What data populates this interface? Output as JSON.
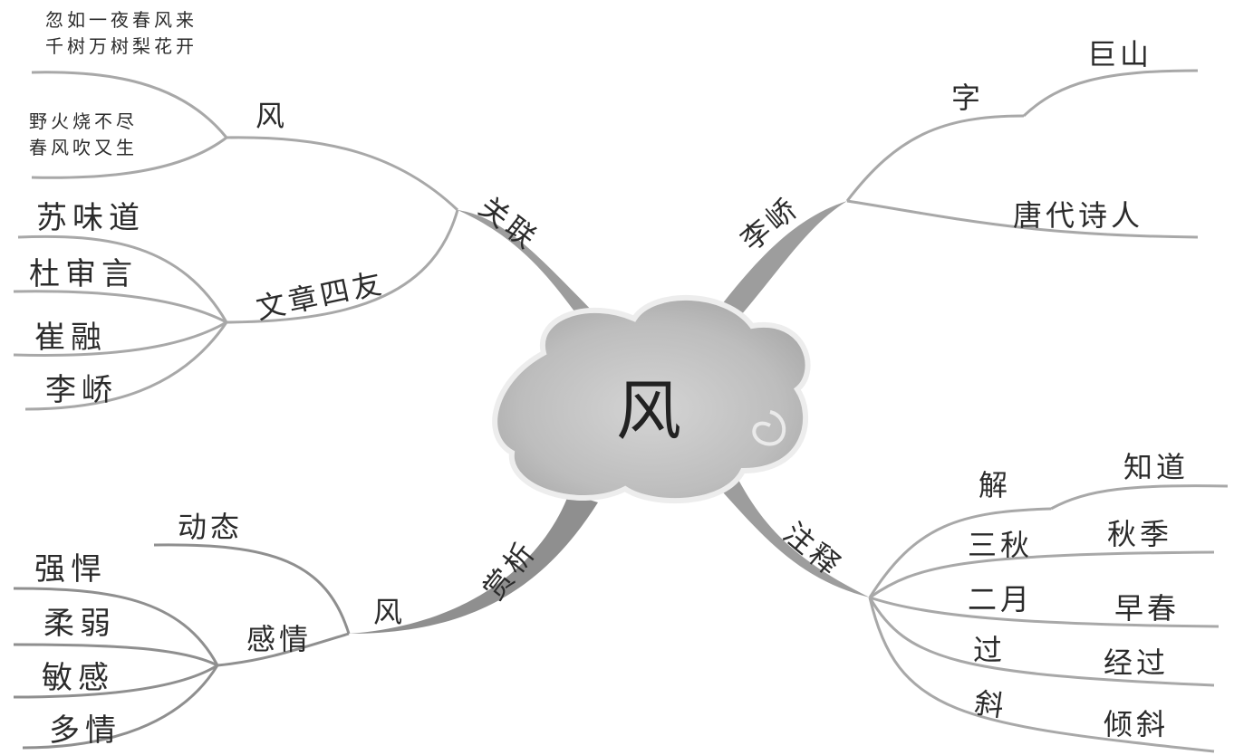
{
  "center": "风",
  "branches": {
    "guanlian": {
      "label": "关联",
      "feng": {
        "label": "风",
        "poem1": [
          "忽如一夜春风来",
          "千树万树梨花开"
        ],
        "poem2": [
          "野火烧不尽",
          "春风吹又生"
        ]
      },
      "wenzhang": {
        "label": "文章四友",
        "members": [
          "苏味道",
          "杜审言",
          "崔融",
          "李峤"
        ]
      }
    },
    "liqiao": {
      "label": "李峤",
      "zi": {
        "label": "字",
        "value": "巨山"
      },
      "desc": "唐代诗人"
    },
    "shangxi": {
      "label": "赏析",
      "feng": {
        "label": "风",
        "dongtai": "动态",
        "ganqing": {
          "label": "感情",
          "items": [
            "强悍",
            "柔弱",
            "敏感",
            "多情"
          ]
        }
      }
    },
    "zhushi": {
      "label": "注释",
      "items": [
        {
          "word": "解",
          "meaning": "知道"
        },
        {
          "word": "三秋",
          "meaning": "秋季"
        },
        {
          "word": "二月",
          "meaning": "早春"
        },
        {
          "word": "过",
          "meaning": "经过"
        },
        {
          "word": "斜",
          "meaning": "倾斜"
        }
      ]
    }
  },
  "colors": {
    "branch": "#a8a8a8",
    "branch_dark": "#8f8f8f",
    "cloud": "#b9b9b9",
    "text": "#2b2b2b"
  }
}
